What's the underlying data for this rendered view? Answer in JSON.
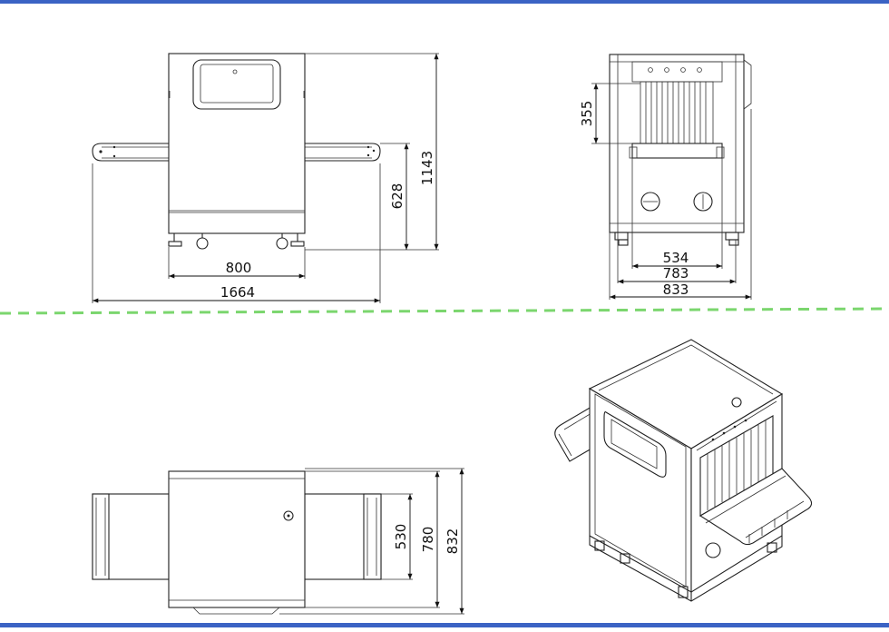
{
  "colors": {
    "frame_border": "#3b63c4",
    "divider": "#7bd66e",
    "line": "#222222"
  },
  "front_view": {
    "dim_overall_width": "1664",
    "dim_body_width": "800",
    "dim_total_height": "1143",
    "dim_conveyor_height": "628"
  },
  "side_view": {
    "dim_tunnel_height": "355",
    "dim_tunnel_width": "534",
    "dim_frame_width": "783",
    "dim_overall_width": "833"
  },
  "top_view": {
    "dim_belt_width": "530",
    "dim_body_depth": "780",
    "dim_overall_depth": "832"
  }
}
